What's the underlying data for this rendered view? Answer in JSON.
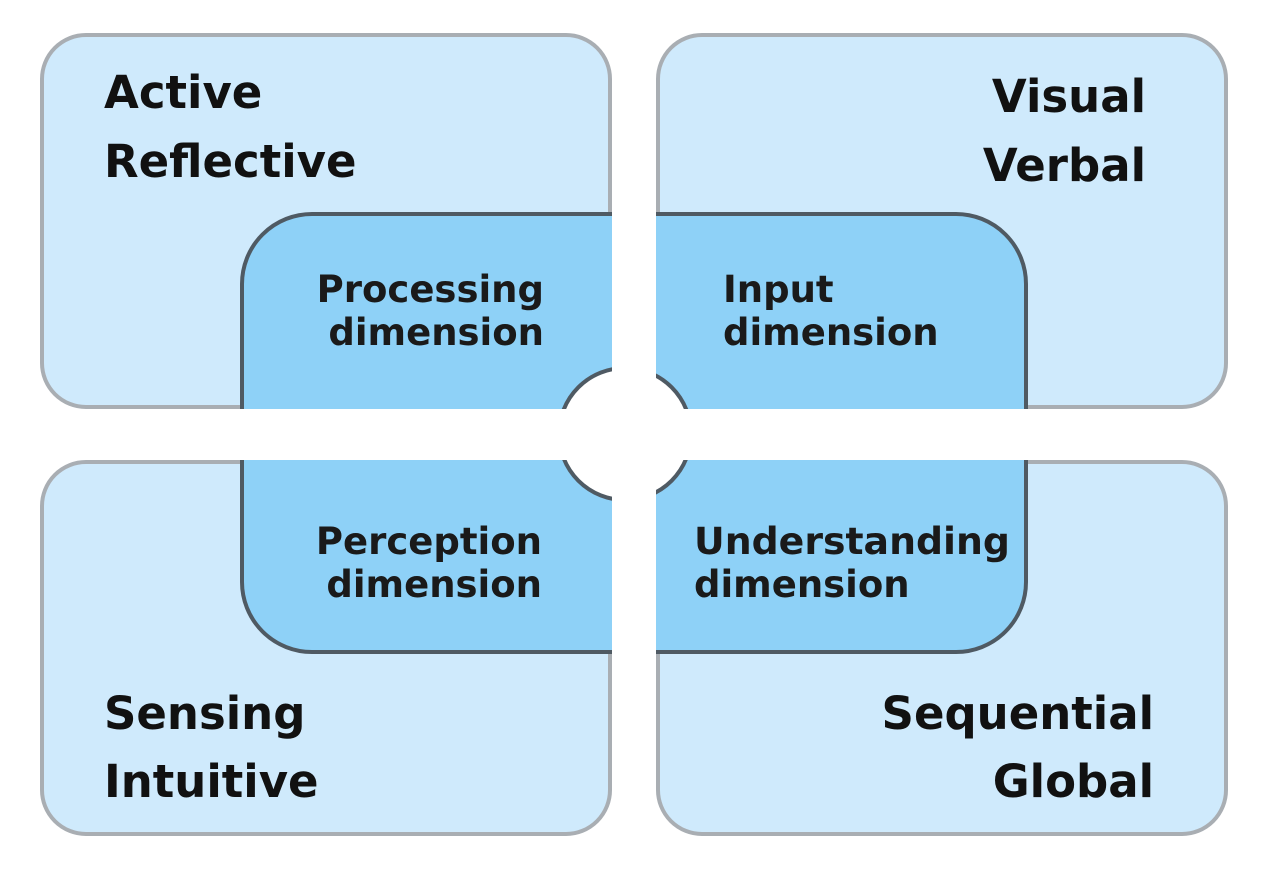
{
  "colors": {
    "outer_fill": "#cfeafc",
    "outer_stroke": "#a9aeb3",
    "inner_fill": "#8ed1f7",
    "inner_stroke": "#4f5a63",
    "gap": "#ffffff",
    "text": "#111111"
  },
  "quadrants": {
    "top_left": {
      "line1": "Active",
      "line2": "Reflective",
      "dimension_line1": "Processing",
      "dimension_line2": "dimension"
    },
    "top_right": {
      "line1": "Visual",
      "line2": "Verbal",
      "dimension_line1": "Input",
      "dimension_line2": "dimension"
    },
    "bottom_left": {
      "line1": "Sensing",
      "line2": "Intuitive",
      "dimension_line1": "Perception",
      "dimension_line2": "dimension"
    },
    "bottom_right": {
      "line1": "Sequential",
      "line2": "Global",
      "dimension_line1": "Understanding",
      "dimension_line2": "dimension"
    }
  }
}
